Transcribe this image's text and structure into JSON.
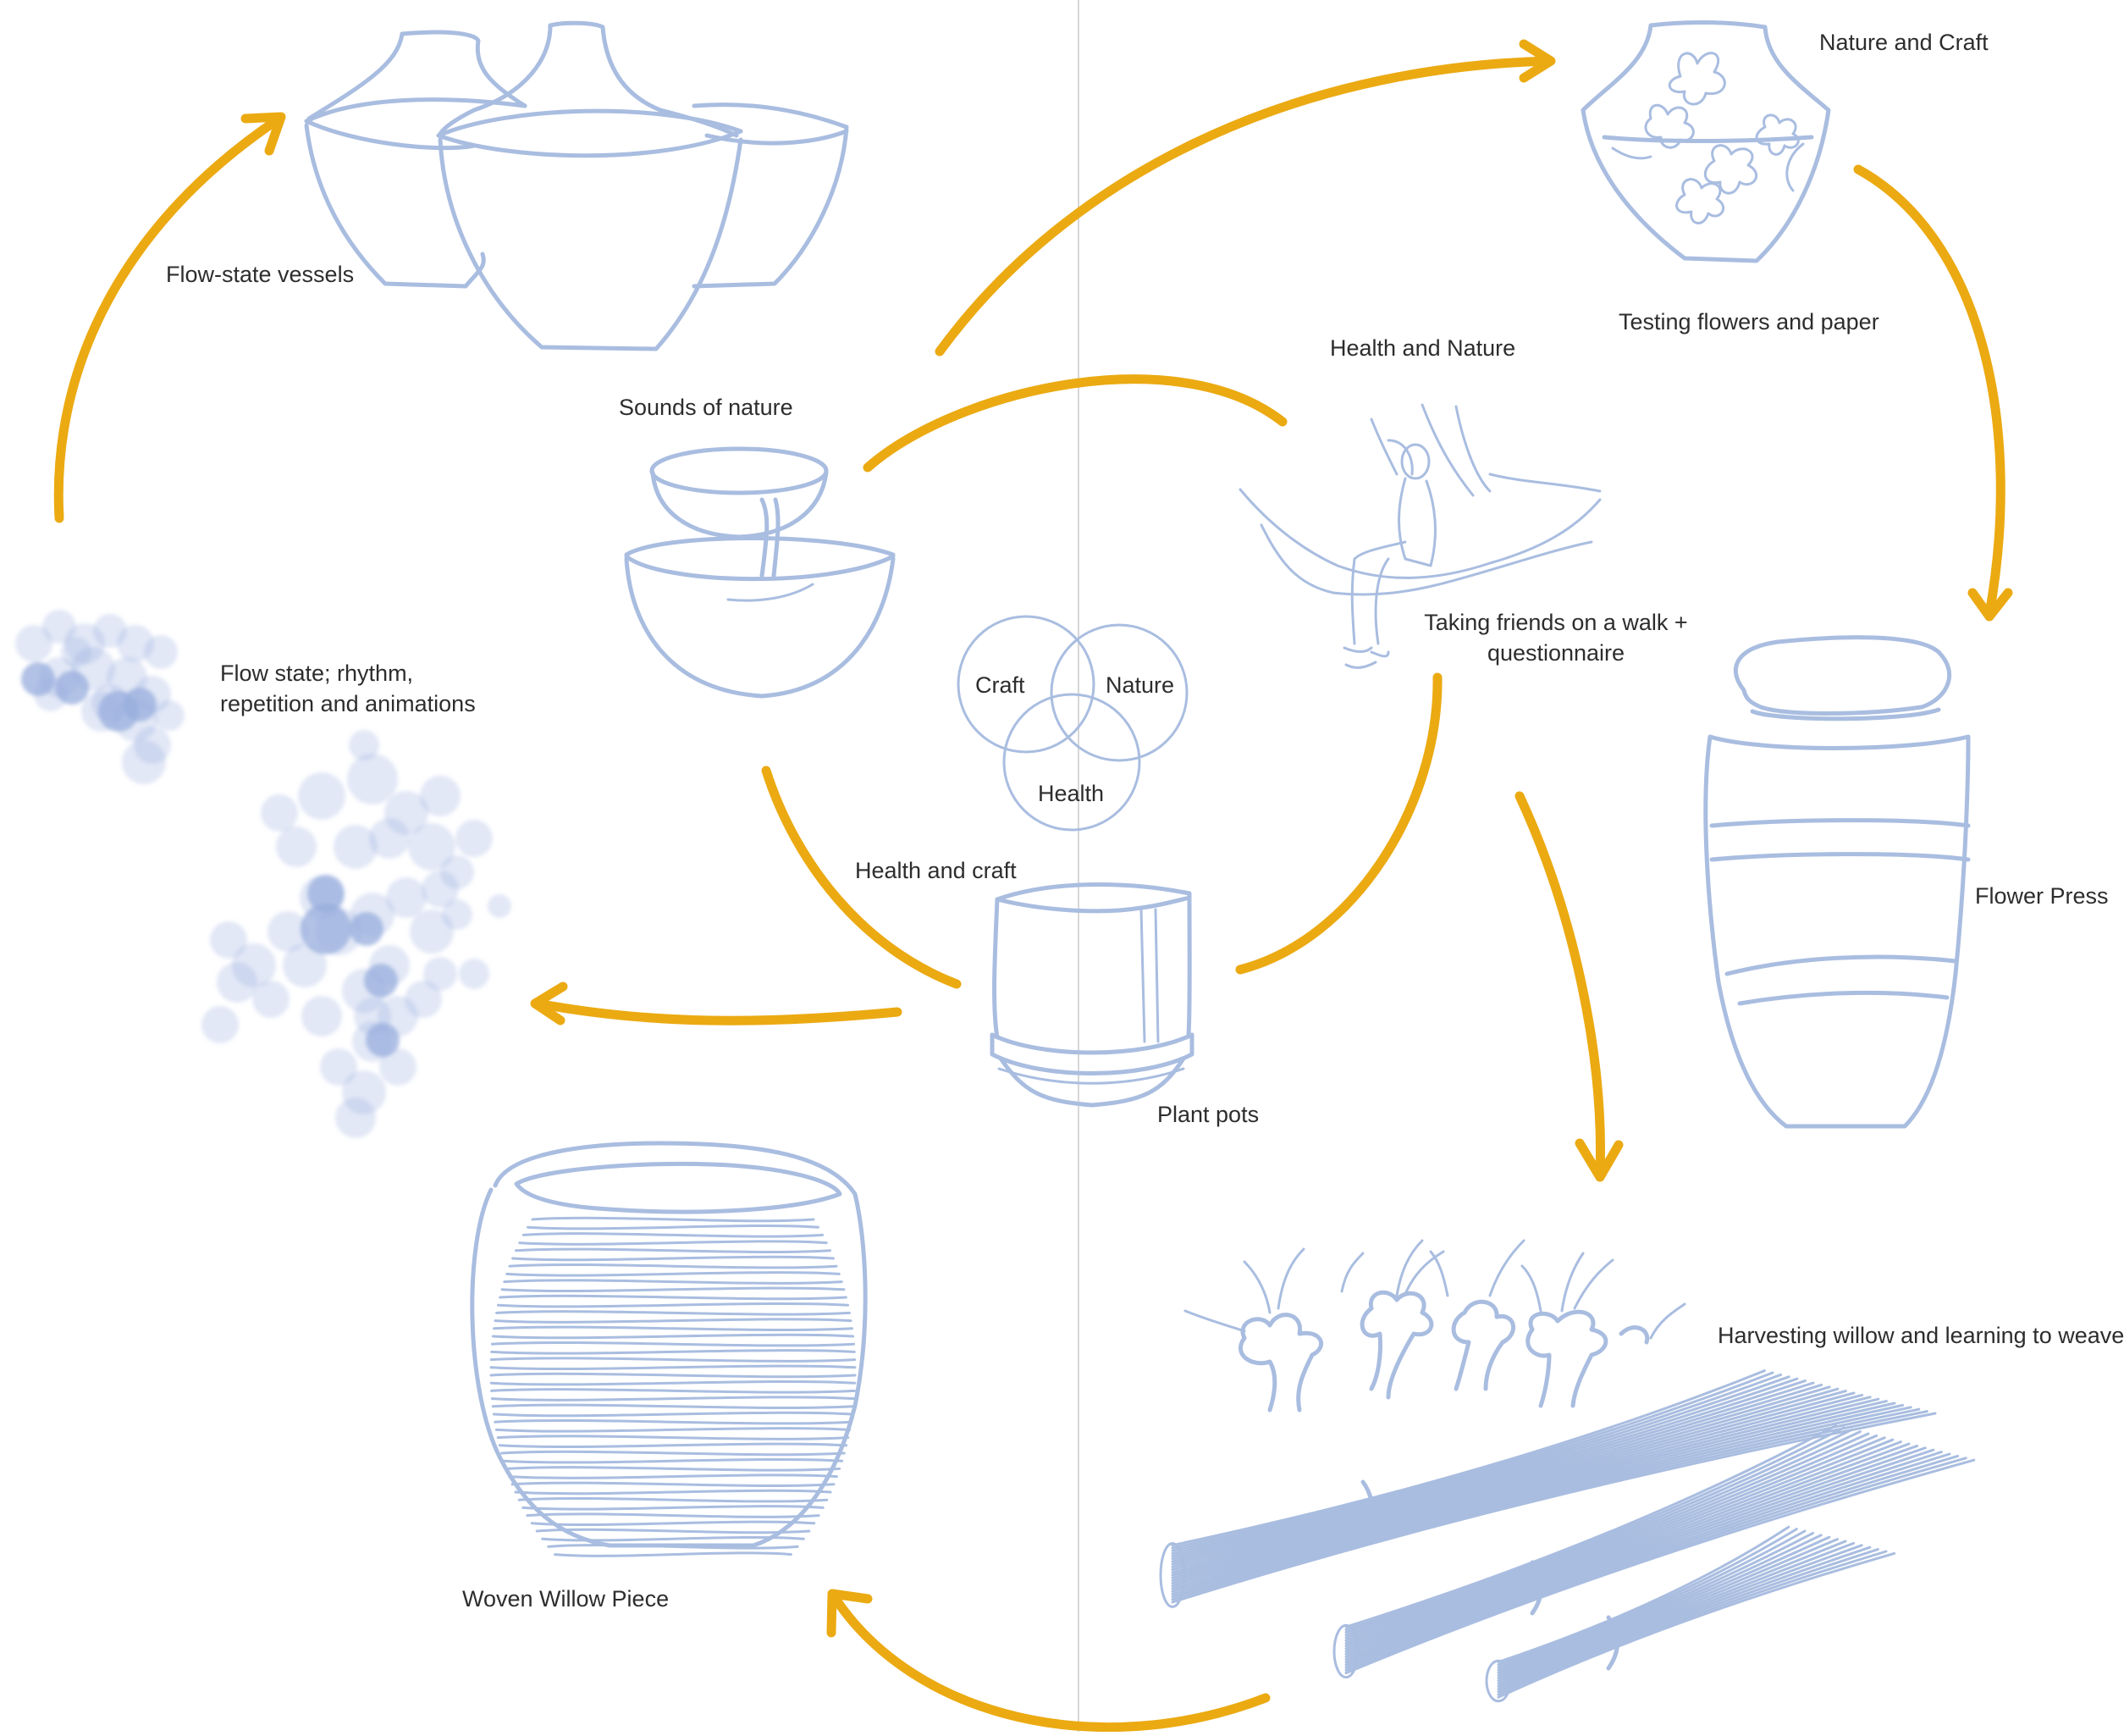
{
  "labels": {
    "flow_state_vessels": "Flow-state vessels",
    "flow_state_rhythm": "Flow state; rhythm,\nrepetition and animations",
    "sounds_of_nature": "Sounds of nature",
    "health_and_nature": "Health and Nature",
    "nature_and_craft": "Nature and Craft",
    "testing_flowers": "Testing flowers and paper",
    "taking_friends": "Taking friends on a walk +\nquestionnaire",
    "flower_press": "Flower Press",
    "health_and_craft": "Health and craft",
    "plant_pots": "Plant pots",
    "harvesting_willow": "Harvesting willow and learning to weave",
    "woven_willow": "Woven Willow Piece"
  },
  "venn": {
    "craft": "Craft",
    "nature": "Nature",
    "health": "Health"
  },
  "colors": {
    "arrow": "#ebaa12",
    "sketch": "#a9bde0",
    "bubble": "#98addd",
    "divider": "#d7d7d7",
    "text": "#2d2d2d"
  }
}
